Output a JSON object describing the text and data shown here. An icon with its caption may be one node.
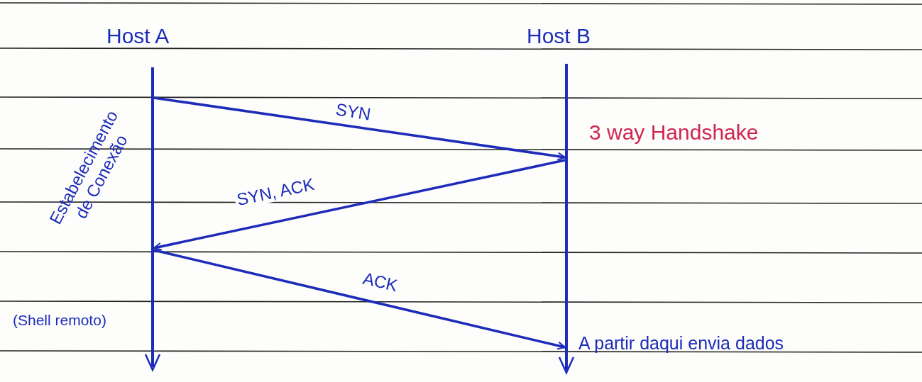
{
  "diagram": {
    "nodes": [
      {
        "text": [],
        "shape": "bar"
      },
      {
        "text": [],
        "shape": "bar"
      }
    ],
    "edges": [
      {
        "from": 0,
        "to": 1,
        "arrow": "to",
        "label": "SYN"
      },
      {
        "from": 1,
        "to": 0,
        "arrow": "to",
        "label": "SYN, ACK"
      },
      {
        "from": 0,
        "to": 1,
        "arrow": "to",
        "label": "ACK"
      }
    ],
    "labels": [
      "Host A",
      "Host B",
      "Estabelecimento de Conexão",
      "3 way Handshake",
      "(Shell remoto)",
      "A partir daqui envia dados"
    ]
  }
}
